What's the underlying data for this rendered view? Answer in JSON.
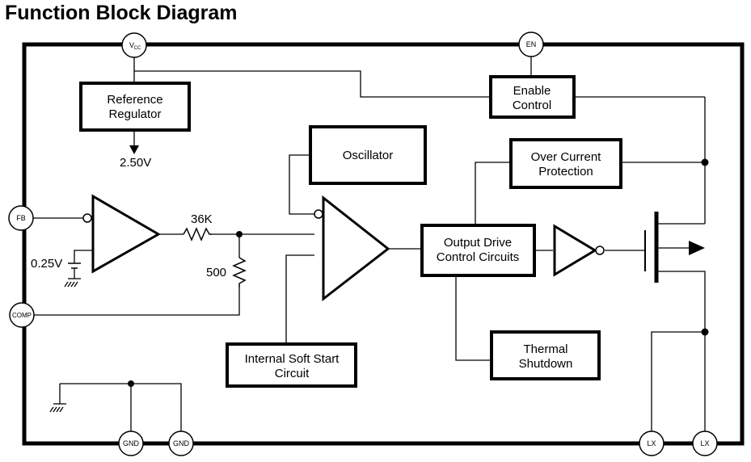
{
  "title": "Function Block Diagram",
  "pins": {
    "vcc": "V",
    "vcc_sub": "CC",
    "en": "EN",
    "fb": "FB",
    "comp": "COMP",
    "gnd1": "GND",
    "gnd2": "GND",
    "lx1": "LX",
    "lx2": "LX"
  },
  "blocks": {
    "reference_regulator": [
      "Reference",
      "Regulator"
    ],
    "enable_control": [
      "Enable",
      "Control"
    ],
    "oscillator": [
      "Oscillator"
    ],
    "over_current_protection": [
      "Over Current",
      "Protection"
    ],
    "output_drive": [
      "Output Drive",
      "Control Circuits"
    ],
    "soft_start": [
      "Internal Soft Start",
      "Circuit"
    ],
    "thermal_shutdown": [
      "Thermal",
      "Shutdown"
    ]
  },
  "labels": {
    "ref_voltage": "2.50V",
    "bias_voltage": "0.25V",
    "r1": "36K",
    "r2": "500"
  }
}
